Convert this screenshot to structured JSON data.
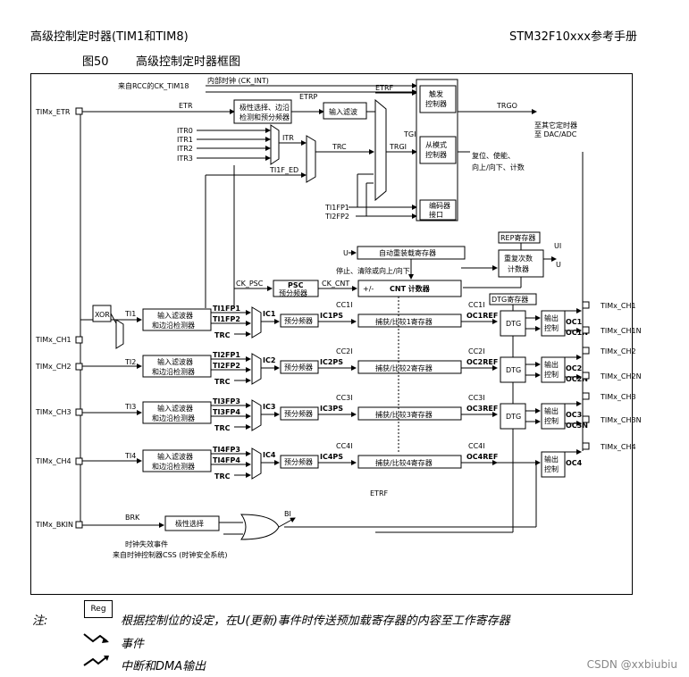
{
  "header": {
    "left": "高级控制定时器(TIM1和TIM8)",
    "right": "STM32F10xxx参考手册"
  },
  "figure": {
    "number": "图50",
    "title": "高级控制定时器框图"
  },
  "diagram": {
    "clock_source": "来自RCC的CK_TIM18",
    "internal_clock": "内部时钟 (CK_INT)",
    "pins": {
      "etr": "TIMx_ETR",
      "ch1": "TIMx_CH1",
      "ch2": "TIMx_CH2",
      "ch3": "TIMx_CH3",
      "ch4": "TIMx_CH4",
      "bkin": "TIMx_BKIN",
      "out_ch1": "TIMx_CH1",
      "out_ch1n": "TIMx_CH1N",
      "out_ch2": "TIMx_CH2",
      "out_ch2n": "TIMx_CH2N",
      "out_ch3": "TIMx_CH3",
      "out_ch3n": "TIMx_CH3N",
      "out_ch4": "TIMx_CH4"
    },
    "signals": {
      "etr": "ETR",
      "etrp": "ETRP",
      "etrf": "ETRF",
      "trgo": "TRGO",
      "tgi": "TGI",
      "trgi": "TRGI",
      "itr": "ITR",
      "trc": "TRC",
      "ti1f_ed": "TI1F_ED",
      "ti1fp1": "TI1FP1",
      "ti2fp2": "TI2FP2",
      "ck_psc": "CK_PSC",
      "ck_cnt": "CK_CNT",
      "ui": "UI",
      "u": "U",
      "u2": "U",
      "u3": "U",
      "xor": "XOR",
      "ti1": "TI1",
      "ti2": "TI2",
      "ti3": "TI3",
      "ti4": "TI4",
      "brk": "BRK",
      "bi": "BI",
      "etrf_bottom": "ETRF"
    },
    "itr_inputs": [
      "ITR0",
      "ITR1",
      "ITR2",
      "ITR3"
    ],
    "blocks": {
      "polarity_edge_prescaler": [
        "极性选择、边沿",
        "检测和预分频器"
      ],
      "input_filter": "输入滤波",
      "trigger_controller": [
        "触发",
        "控制器"
      ],
      "slave_controller": [
        "从模式",
        "控制器"
      ],
      "encoder_interface": [
        "编码器",
        "接口"
      ],
      "auto_reload": "自动重装载寄存器",
      "rep_register": "REP寄存器",
      "repetition_counter": [
        "重复次数",
        "计数器"
      ],
      "psc": "PSC",
      "psc_sub": "预分频器",
      "cnt": "CNT 计数器",
      "cnt_dir": "+/-",
      "dtg_register": "DTG寄存器",
      "dtg": "DTG",
      "output_control": [
        "输出",
        "控制"
      ],
      "input_filter_edge": [
        "输入滤波器",
        "和边沿检测器"
      ],
      "prescaler": "预分频器",
      "capture_compare": [
        "捕获/比较1寄存器",
        "捕获/比较2寄存器",
        "捕获/比较3寄存器",
        "捕获/比较4寄存器"
      ],
      "polarity_select": "极性选择"
    },
    "texts": {
      "to_other_timers": "至其它定时器",
      "to_dac_adc": "至 DAC/ADC",
      "reset_enable": "复位、使能、",
      "up_down_count": "向上/向下、计数",
      "stop_clear": "停止、清除或向上/向下",
      "clock_fail": "时钟失效事件",
      "from_css": "来自时钟控制器CSS (时钟安全系统)"
    },
    "channels": [
      {
        "fp_a": "TI1FP1",
        "fp_b": "TI1FP2",
        "trc": "TRC",
        "ic": "IC1",
        "icps": "IC1PS",
        "cc": "CC1I",
        "ref": "OC1REF",
        "cca": "CC1I",
        "oc": "OC1",
        "ocn": "OC1N"
      },
      {
        "fp_a": "TI2FP1",
        "fp_b": "TI2FP2",
        "trc": "TRC",
        "ic": "IC2",
        "icps": "IC2PS",
        "cc": "CC2I",
        "ref": "OC2REF",
        "cca": "CC2I",
        "oc": "OC2",
        "ocn": "OC2N"
      },
      {
        "fp_a": "TI3FP3",
        "fp_b": "TI3FP4",
        "trc": "TRC",
        "ic": "IC3",
        "icps": "IC3PS",
        "cc": "CC3I",
        "ref": "OC3REF",
        "cca": "CC3I",
        "oc": "OC3",
        "ocn": "OC3N"
      },
      {
        "fp_a": "TI4FP3",
        "fp_b": "TI4FP4",
        "trc": "TRC",
        "ic": "IC4",
        "icps": "IC4PS",
        "cc": "CC4I",
        "ref": "OC4REF",
        "cca": "CC4I",
        "oc": "OC4",
        "ocn": ""
      }
    ]
  },
  "legend": {
    "label": "注:",
    "reg_box": "Reg",
    "reg_text": "根据控制位的设定，在U(更新)事件时传送预加载寄存器的内容至工作寄存器",
    "event_text": "事件",
    "dma_text": "中断和DMA输出"
  },
  "watermark": "CSDN @xxbiubiu"
}
